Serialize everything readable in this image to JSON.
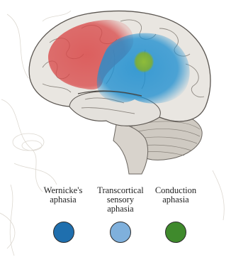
{
  "legend": {
    "items": [
      {
        "label": "Wernicke's\naphasia",
        "color": "#1f6fae"
      },
      {
        "label": "Transcortical\nsensory\naphasia",
        "color": "#7fb0dc"
      },
      {
        "label": "Conduction\naphasia",
        "color": "#3f8a2c"
      }
    ]
  },
  "regions": {
    "frontal_highlight_color": "#d94848",
    "wernicke_region_color": "#1f8fd0",
    "conduction_region_color": "#8fbc3a"
  }
}
